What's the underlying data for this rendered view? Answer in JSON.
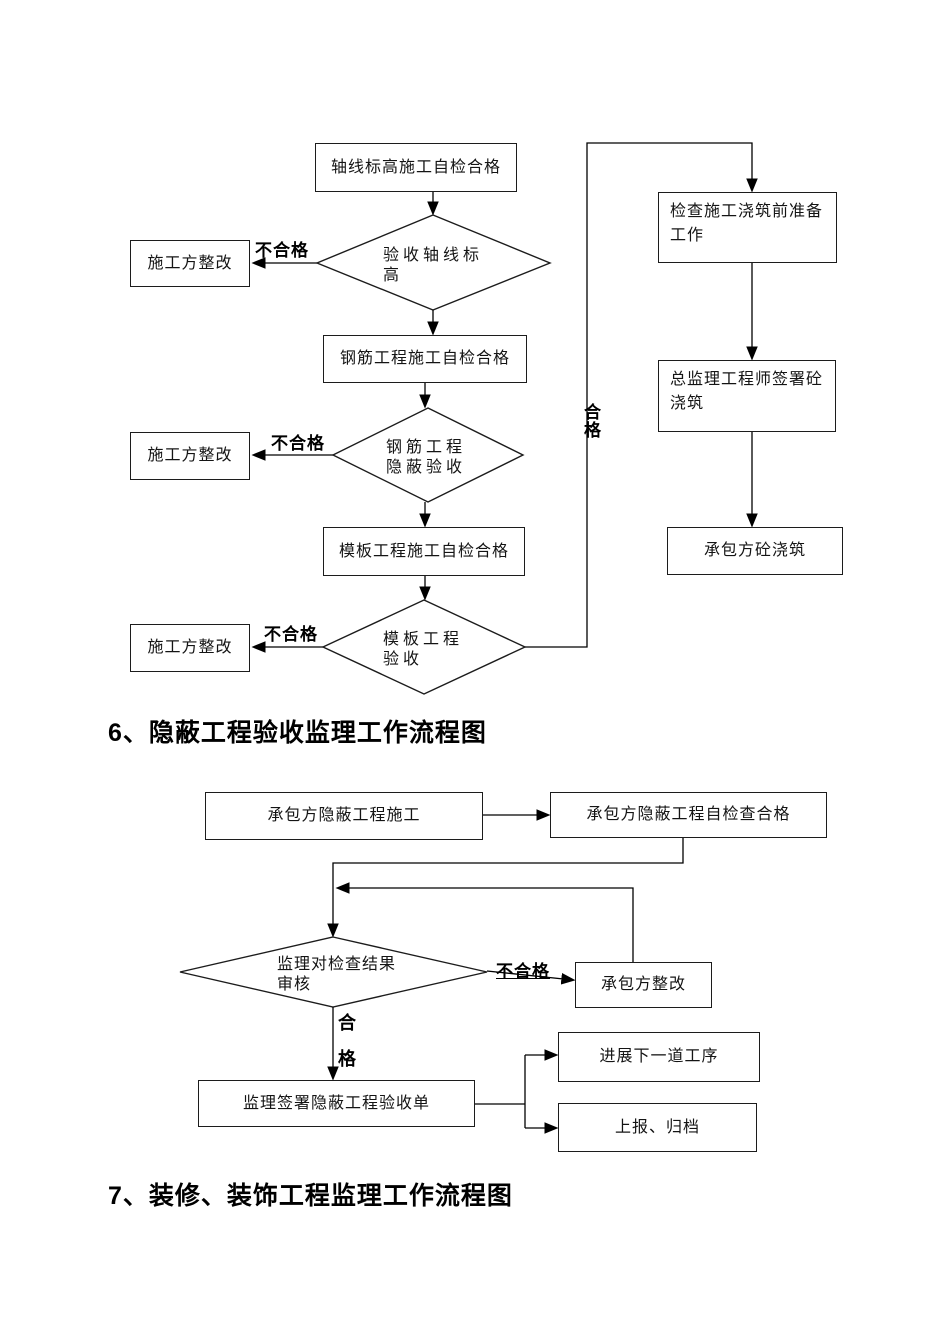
{
  "colors": {
    "line": "#000000",
    "box_border": "#1c1c1c",
    "text": "#141414"
  },
  "headings": {
    "section6": "6、隐蔽工程验收监理工作流程图",
    "section7": "7、装修、装饰工程监理工作流程图"
  },
  "flowchart1": {
    "nodes": {
      "axis_selfcheck": "轴线标高施工自检合格",
      "verify_axis": "验收轴线标\n高",
      "rectify": "施工方整改",
      "rebar_selfcheck": "钢筋工程施工自检合格",
      "rebar_hidden_accept": "钢筋工程\n隐蔽验收",
      "formwork_selfcheck": "模板工程施工自检合格",
      "formwork_accept": "模板工程\n验收",
      "check_pour_prep": "检查施工浇筑前准备\n工作",
      "chief_sign_concrete": "总监理工程师签署砼\n浇筑",
      "contractor_pour": "承包方砼浇筑"
    },
    "labels": {
      "fail": "不合格",
      "pass_vertical": "合\n格"
    }
  },
  "flowchart2": {
    "nodes": {
      "contractor_hidden_construction": "承包方隐蔽工程施工",
      "contractor_selfcheck": "承包方隐蔽工程自检查合格",
      "review_check_result": "监理对检查结果\n审核",
      "contractor_rectify": "承包方整改",
      "sign_acceptance_form": "监理签署隐蔽工程验收单",
      "next_process": "进展下一道工序",
      "report_archive": "上报、归档"
    },
    "labels": {
      "fail": "不合格",
      "pass_vertical": "合\n格"
    }
  }
}
